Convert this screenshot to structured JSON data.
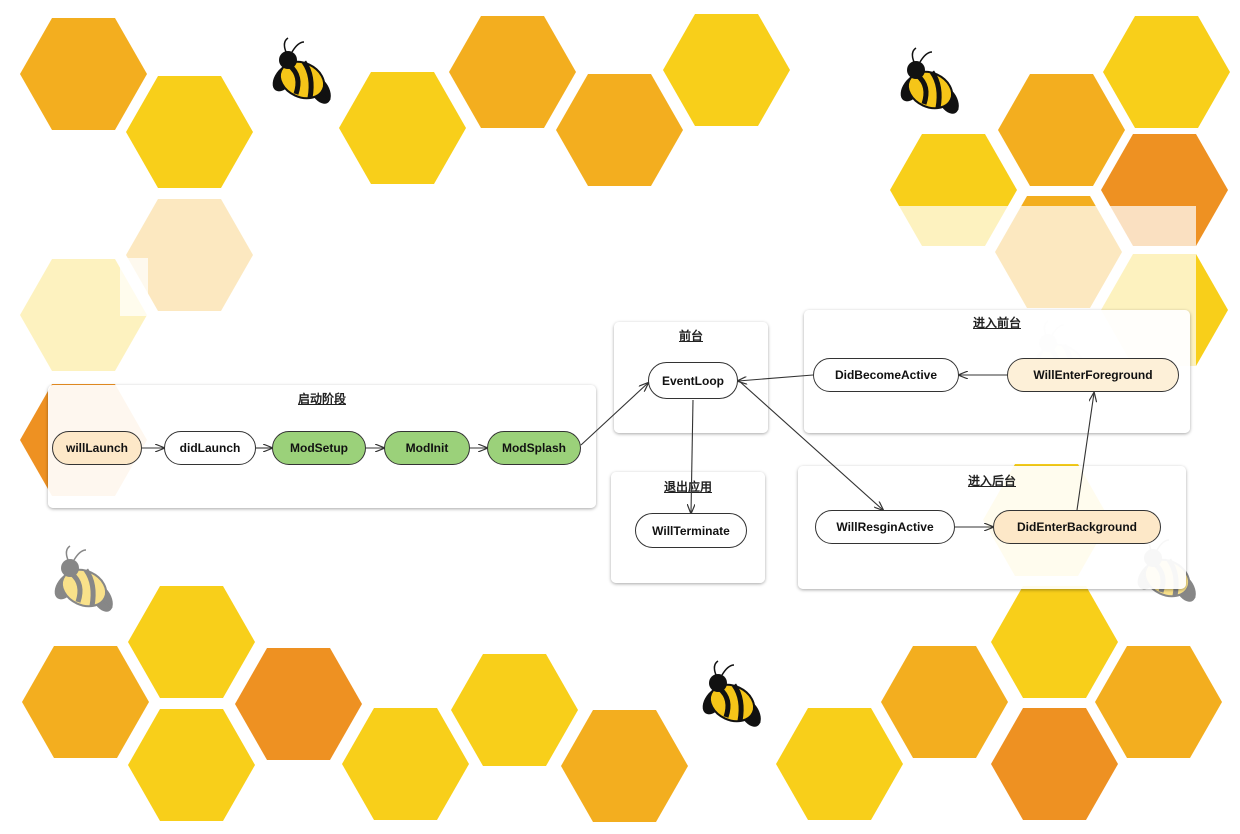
{
  "colors": {
    "hex_gold": "#f8cf1a",
    "hex_amber": "#f3ae1f",
    "hex_orange": "#ee9122",
    "node_green": "#9bd17a",
    "node_highlight": "#fde8c8"
  },
  "panels": {
    "startup": {
      "title": "启动阶段"
    },
    "foreground": {
      "title": "前台"
    },
    "exit": {
      "title": "退出应用"
    },
    "enter_foreground": {
      "title": "进入前台"
    },
    "enter_background": {
      "title": "进入后台"
    }
  },
  "nodes": {
    "will_launch": "willLaunch",
    "did_launch": "didLaunch",
    "mod_setup": "ModSetup",
    "mod_init": "ModInit",
    "mod_splash": "ModSplash",
    "event_loop": "EventLoop",
    "will_terminate": "WillTerminate",
    "did_become_active": "DidBecomeActive",
    "will_enter_foreground": "WillEnterForeground",
    "will_resign_active": "WillResginActive",
    "did_enter_background": "DidEnterBackground"
  },
  "decorations": {
    "bee_icons": [
      "bee-icon",
      "bee-icon",
      "bee-icon",
      "bee-icon",
      "bee-icon",
      "bee-icon"
    ]
  }
}
